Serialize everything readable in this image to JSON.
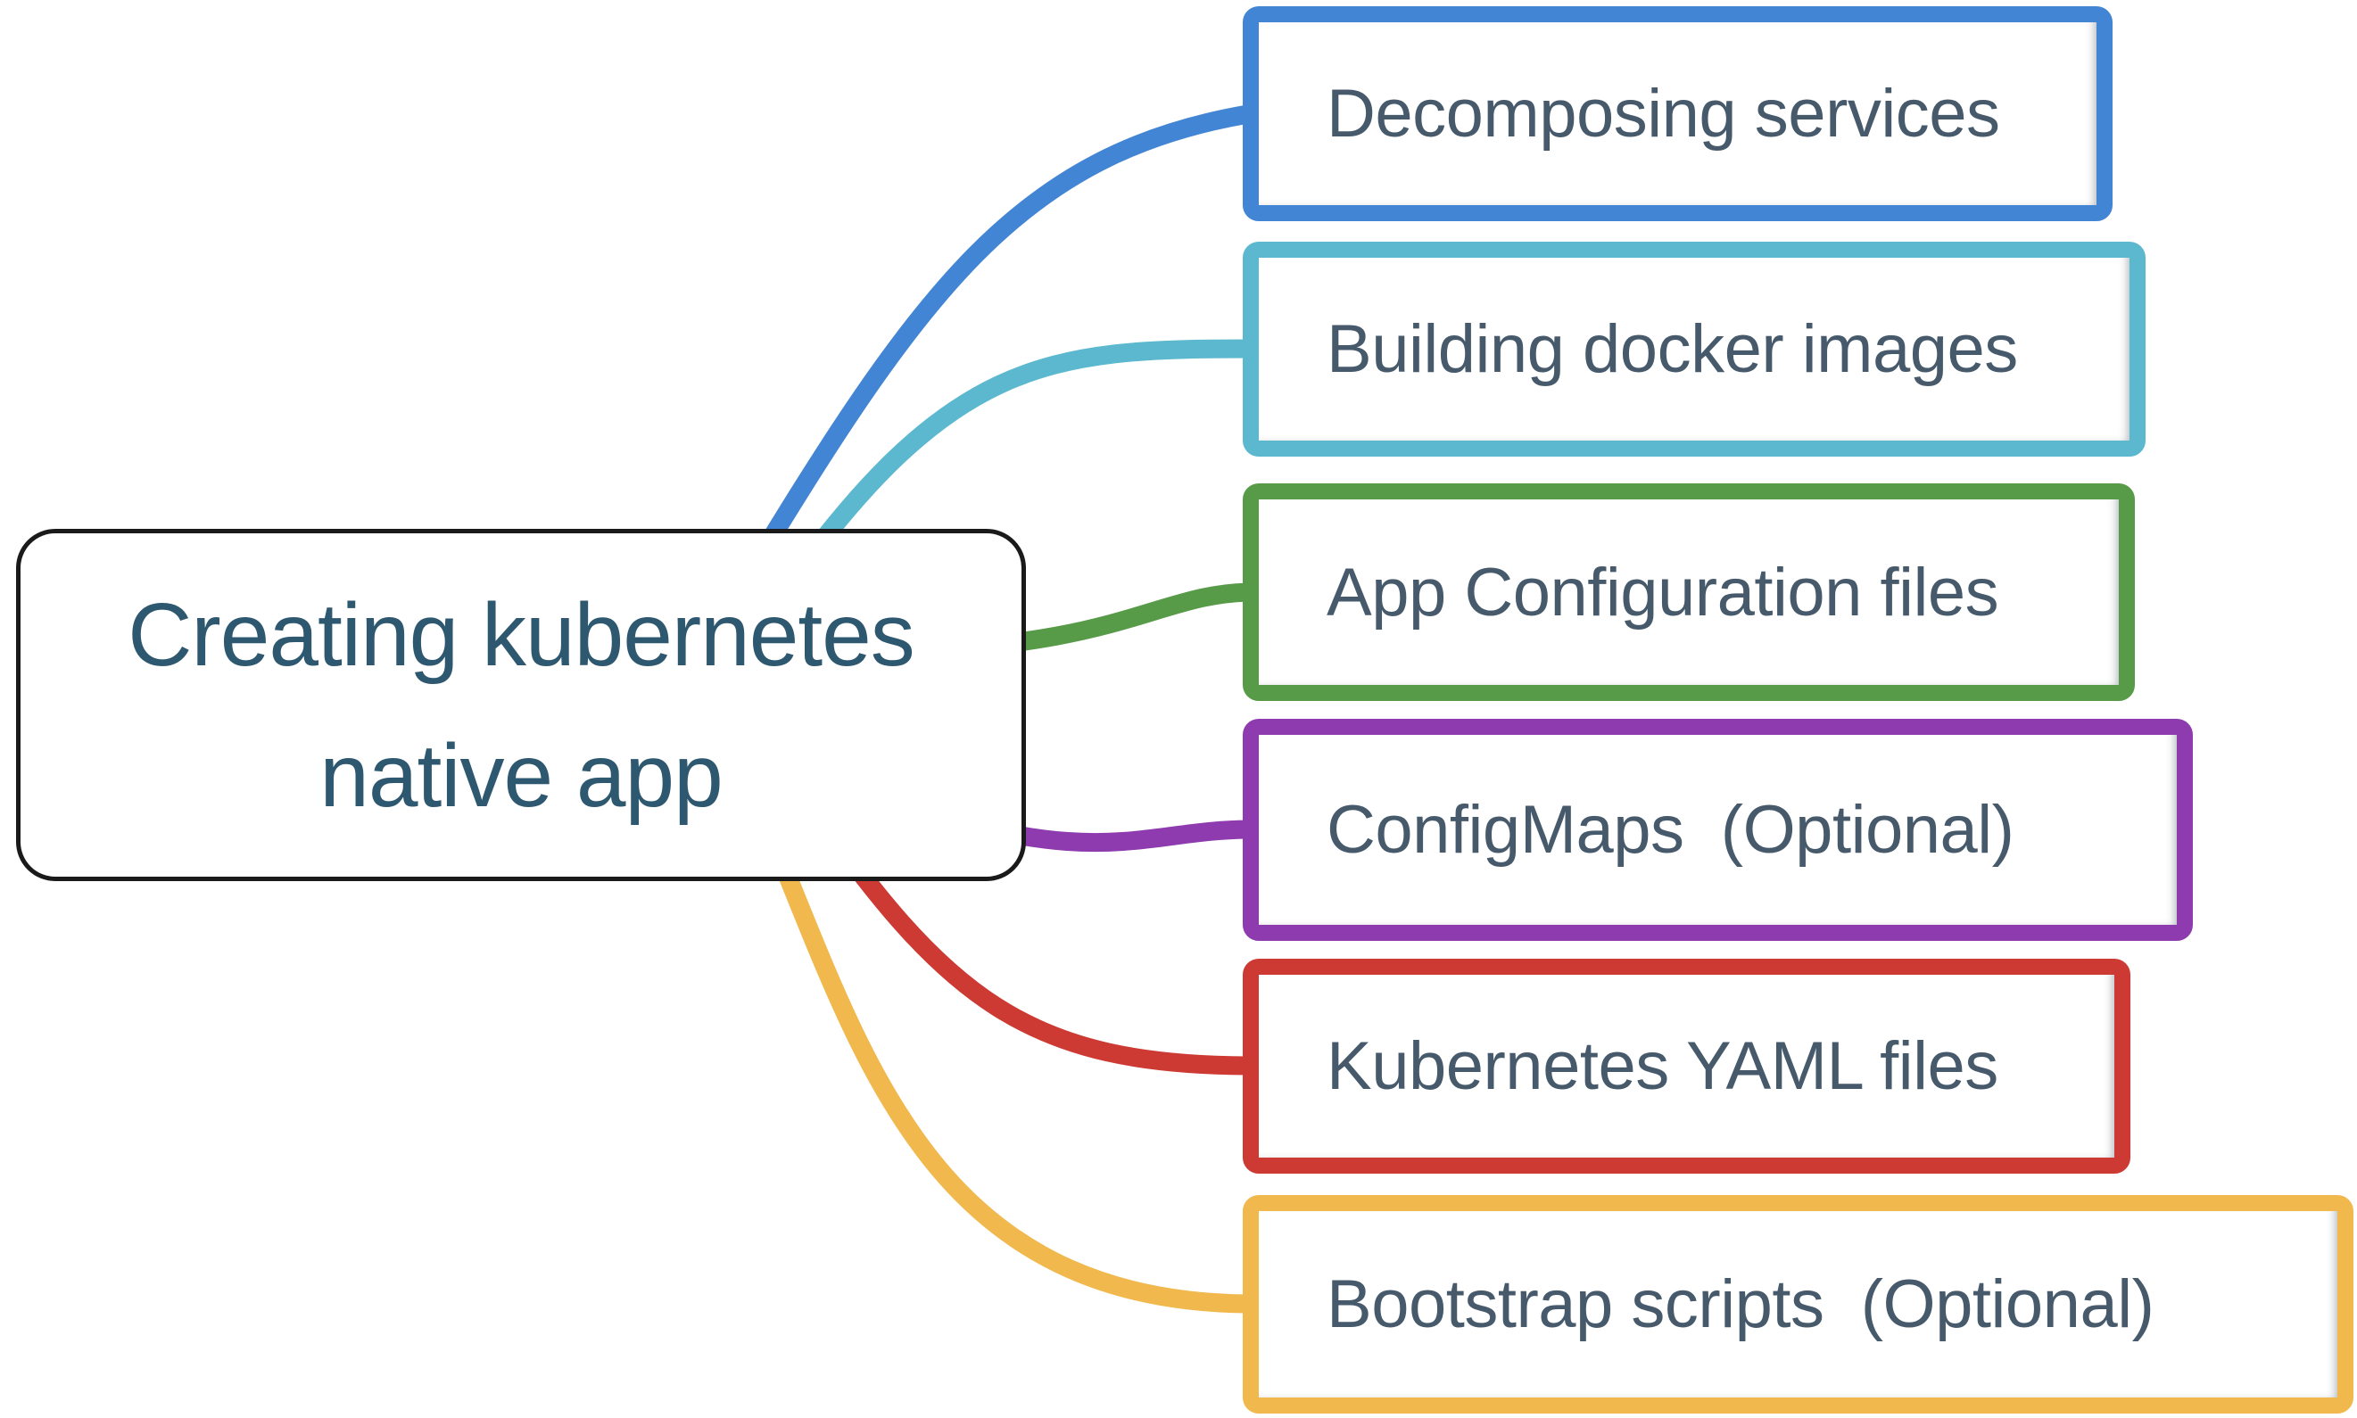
{
  "diagram": {
    "type": "mindmap",
    "background": "#ffffff"
  },
  "root": {
    "label": "Creating kubernetes native app",
    "label_lines": [
      "Creating kubernetes",
      "native app"
    ],
    "text_color": "#2e5870",
    "border_color": "#1a1a1a",
    "fill": "#ffffff"
  },
  "branches": [
    {
      "label": "Decomposing services",
      "color": "#4285d4"
    },
    {
      "label": "Building docker images",
      "color": "#5cb8cf"
    },
    {
      "label": "App Configuration files",
      "color": "#579a48"
    },
    {
      "label": "ConfigMaps  (Optional)",
      "color": "#8d3bae"
    },
    {
      "label": "Kubernetes YAML files",
      "color": "#cc3a33"
    },
    {
      "label": "Bootstrap scripts  (Optional)",
      "color": "#f0b84d"
    }
  ],
  "branch_text_color": "#475a6b"
}
